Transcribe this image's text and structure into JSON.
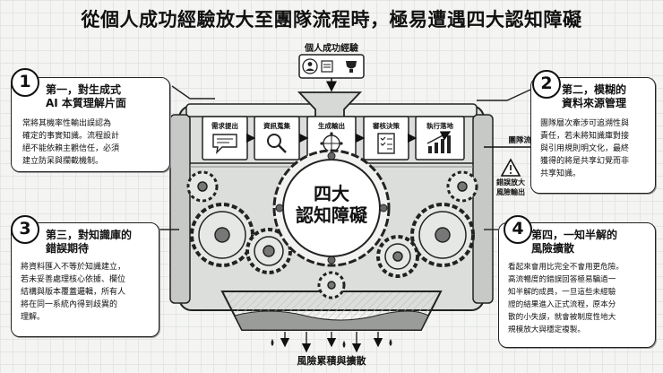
{
  "title": "從個人成功經驗放大至團隊流程時，極易遭遇四大認知障礙",
  "input_label": "個人成功經驗",
  "output_label": "團隊流程結果",
  "warning_label": "錯誤放大風險輸出",
  "warning_label_line1": "錯誤放大",
  "warning_label_line2": "風險輸出",
  "bottom_label": "風險累積與擴散",
  "center_label_line1": "四大",
  "center_label_line2": "認知障礙",
  "stages": [
    "需求提出",
    "資訊蒐集",
    "生成輸出",
    "審核決策",
    "執行落地"
  ],
  "cards": [
    {
      "number": "1",
      "title_line1": "第一，對生成式",
      "title_line2": "AI 本質理解片面",
      "body": [
        "常將其機率性輸出誤認為",
        "確定的事實知識。流程設計",
        "絕不能依賴主觀信任，必須",
        "建立防呆與攔截機制。"
      ]
    },
    {
      "number": "2",
      "title_line1": "第二，模糊的",
      "title_line2": "資料來源管理",
      "body": [
        "團隊層次牽涉可追溯性與",
        "責任，若未將知識庫對接",
        "與引用規則明文化，最終",
        "獲得的將是共享幻覺而非",
        "共享知識。"
      ]
    },
    {
      "number": "3",
      "title_line1": "第三，對知識庫的",
      "title_line2": "錯誤期待",
      "body": [
        "將資料匯入不等於知識建立，",
        "若未妥善處理核心依據、欄位",
        "結構與版本覆蓋邏輯，所有人",
        "將在同一系統內得到歧異的",
        "理解。"
      ]
    },
    {
      "number": "4",
      "title_line1": "第四，一知半解的",
      "title_line2": "風險擴散",
      "body": [
        "看起來會用比完全不會用更危險。",
        "高流暢度的錯誤回答極易騙過一",
        "知半解的成員，一旦這些未經驗",
        "證的結果進入正式流程，原本分",
        "散的小失誤，就會被制度性地大",
        "規模放大與穩定複製。"
      ]
    }
  ]
}
